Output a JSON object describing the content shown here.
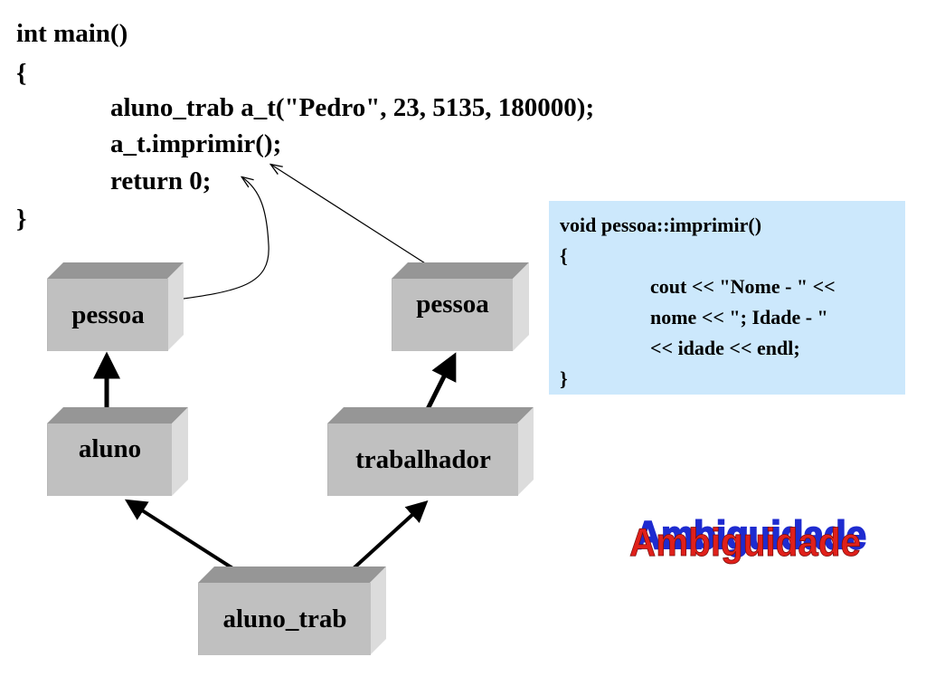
{
  "code": {
    "lines": [
      "int main()",
      "{",
      "aluno_trab a_t(\"Pedro\", 23, 5135, 180000);",
      "a_t.imprimir();",
      "return 0;",
      "}"
    ]
  },
  "boxes": {
    "pessoa_left": "pessoa",
    "aluno": "aluno",
    "pessoa_right": "pessoa",
    "trabalhador": "trabalhador",
    "aluno_trab": "aluno_trab"
  },
  "callout": {
    "lines": [
      "void pessoa::imprimir()",
      "{",
      "cout << \"Nome - \" <<",
      "nome << \"; Idade - \"",
      "<< idade << endl;",
      "}"
    ]
  },
  "wordart": {
    "text": "Ambiguidade",
    "fill": "#e0201a",
    "shadow": "#1e2bd0"
  },
  "colors": {
    "callout_bg": "#cce8fc",
    "box_front": "#c0c0c0"
  }
}
